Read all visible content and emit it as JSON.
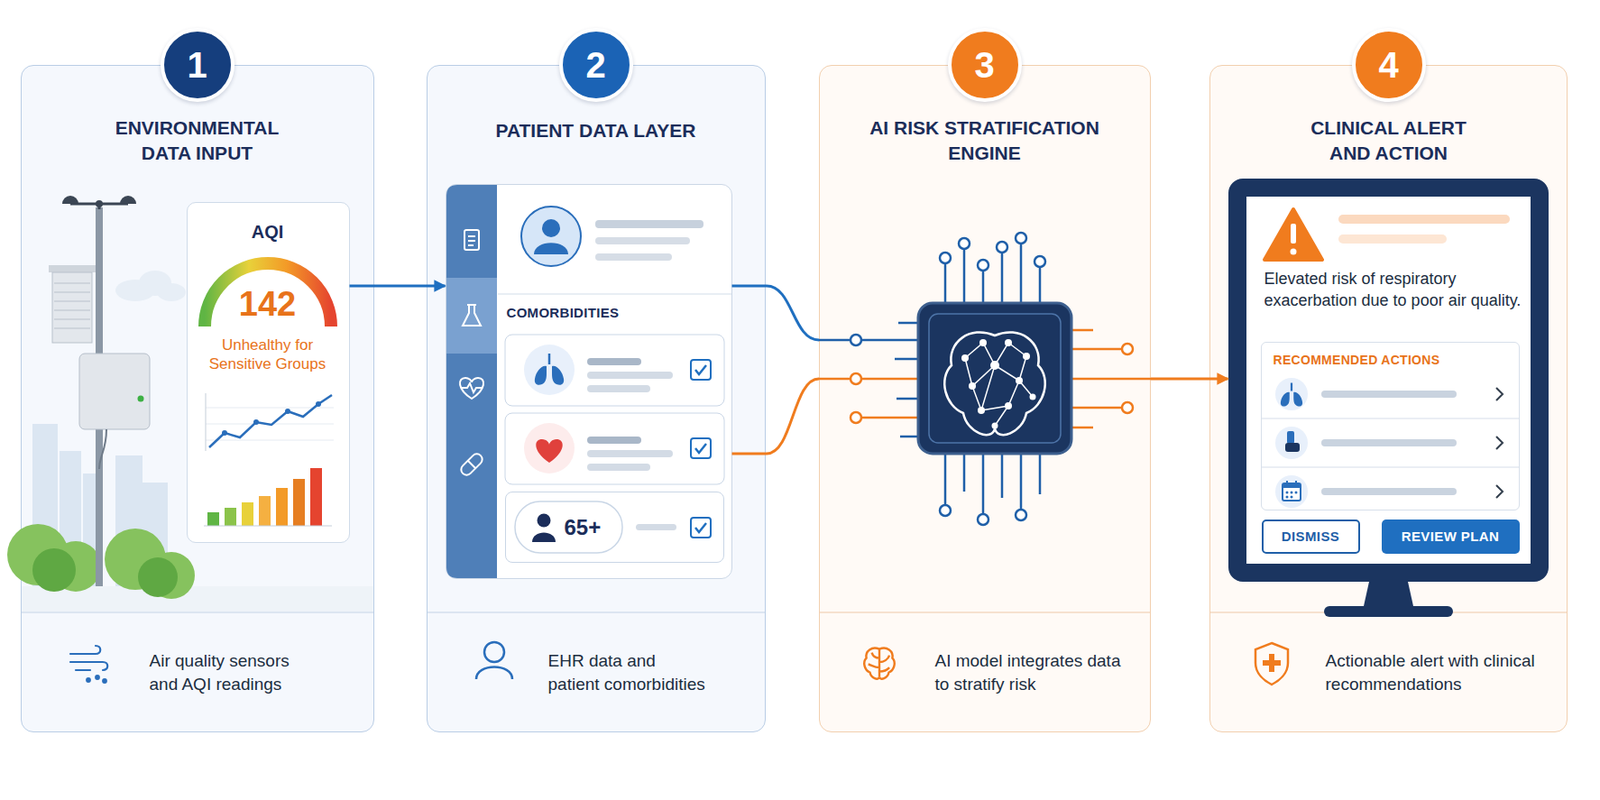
{
  "diagram": {
    "nodes": [
      {
        "text": [
          "ENVIRONMENTAL DATA INPUT",
          "Air quality sensors and AQI readings"
        ]
      },
      {
        "text": [
          "1"
        ],
        "in": 0
      },
      {
        "text": [
          "AQI",
          "142",
          "Unhealthy for Sensitive Groups"
        ],
        "in": 0
      },
      {
        "text": [
          "PATIENT DATA LAYER",
          "EHR data and patient comorbidities"
        ]
      },
      {
        "text": [
          "2"
        ],
        "in": 3
      },
      {
        "text": [
          "COMORBIDITIES"
        ],
        "in": 3
      },
      {
        "text": [
          "65+"
        ],
        "in": 5
      },
      {
        "text": [
          "AI RISK STRATIFICATION ENGINE",
          "AI model integrates data to stratify risk"
        ]
      },
      {
        "text": [
          "3"
        ],
        "in": 7
      },
      {
        "text": [
          "CLINICAL ALERT AND ACTION",
          "Actionable alert with clinical recommendations"
        ]
      },
      {
        "text": [
          "4"
        ],
        "in": 9
      },
      {
        "text": [
          "Elevated risk of respiratory exacerbation due to poor air quality."
        ],
        "in": 9
      },
      {
        "text": [
          "RECOMMENDED ACTIONS"
        ],
        "in": 11
      },
      {
        "text": [
          "DISMISS"
        ],
        "in": 11
      },
      {
        "text": [
          "REVIEW PLAN"
        ],
        "in": 11
      }
    ],
    "edges": [
      {
        "from": 2,
        "to": 5,
        "arrow": "to"
      },
      {
        "from": 5,
        "to": 7,
        "arrow": "none"
      },
      {
        "from": 5,
        "to": 7,
        "arrow": "none"
      },
      {
        "from": 7,
        "to": 11,
        "arrow": "to"
      }
    ]
  }
}
